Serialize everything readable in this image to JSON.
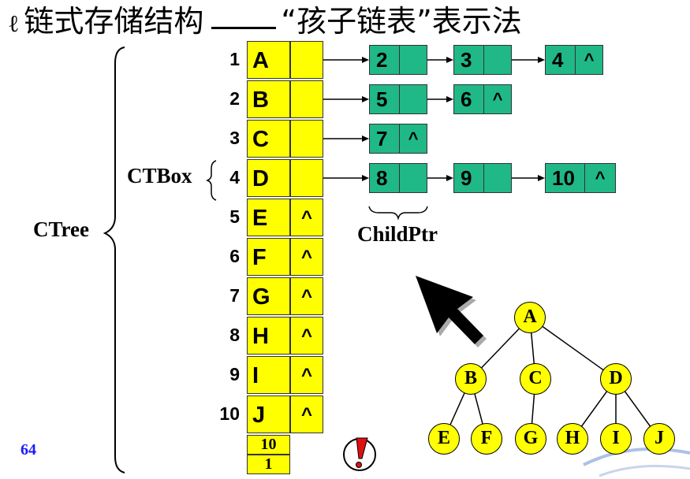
{
  "title": {
    "bullet": "ℓ",
    "main": "链式存储结构",
    "sub": "“孩子链表”表示法"
  },
  "labels": {
    "ctree": "CTree",
    "ctbox": "CTBox",
    "childptr": "ChildPtr"
  },
  "array": {
    "rows": [
      {
        "index": "1",
        "data": "A",
        "ptr": ""
      },
      {
        "index": "2",
        "data": "B",
        "ptr": ""
      },
      {
        "index": "3",
        "data": "C",
        "ptr": ""
      },
      {
        "index": "4",
        "data": "D",
        "ptr": ""
      },
      {
        "index": "5",
        "data": "E",
        "ptr": "^"
      },
      {
        "index": "6",
        "data": "F",
        "ptr": "^"
      },
      {
        "index": "7",
        "data": "G",
        "ptr": "^"
      },
      {
        "index": "8",
        "data": "H",
        "ptr": "^"
      },
      {
        "index": "9",
        "data": "I",
        "ptr": "^"
      },
      {
        "index": "10",
        "data": "J",
        "ptr": "^"
      }
    ],
    "counts": [
      "10",
      "1"
    ]
  },
  "child_lists": [
    [
      {
        "value": "2",
        "ptr": ""
      },
      {
        "value": "3",
        "ptr": ""
      },
      {
        "value": "4",
        "ptr": "^"
      }
    ],
    [
      {
        "value": "5",
        "ptr": ""
      },
      {
        "value": "6",
        "ptr": "^"
      }
    ],
    [
      {
        "value": "7",
        "ptr": "^"
      }
    ],
    [
      {
        "value": "8",
        "ptr": ""
      },
      {
        "value": "9",
        "ptr": ""
      },
      {
        "value": "10",
        "ptr": "^"
      }
    ]
  ],
  "tree": {
    "nodes": [
      "A",
      "B",
      "C",
      "D",
      "E",
      "F",
      "G",
      "H",
      "I",
      "J"
    ]
  },
  "page_number": "64",
  "colors": {
    "array_fill": "#ffff00",
    "list_fill": "#1fb886",
    "tree_fill": "#ffff00",
    "page_number": "#1a1aff"
  },
  "icons": {
    "arrow": "big-black-arrow-icon",
    "alert": "exclamation-icon",
    "logo": "university-logo"
  }
}
